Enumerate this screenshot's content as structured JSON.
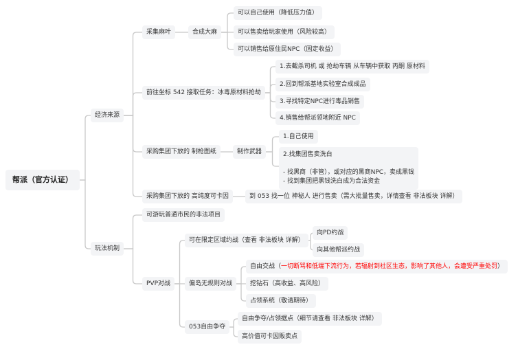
{
  "root": "帮派（官方认证）",
  "economy": {
    "label": "经济来源",
    "weed": {
      "label": "采集麻叶",
      "craft": "合成大麻",
      "uses": [
        "可以自己使用（降低压力值）",
        "可以售卖给玩家使用（风险较高）",
        "可以销售给原住民NPC（固定收益）"
      ]
    },
    "meth": {
      "label": "前往坐标 542 接取任务：冰毒原材料抢劫",
      "steps": [
        "1.去截杀司机 或 抢劫车辆 从车辆中获取 丙酮 原材料",
        "2.回到帮派基地实验室合成成品",
        "3.寻找特定NPC进行毒品销售",
        "4.销售给帮派领地附近 NPC"
      ]
    },
    "guns": {
      "label": "采购集团下放的 制枪图纸",
      "craft": "制作武器",
      "uses": [
        "1.自己使用",
        "2.找集团售卖洗白\n\n- 找黑商（非管），或对应的黑商NPC，卖成黑钱\n- 找到集团把黑钱洗白成为合法资金"
      ]
    },
    "cocaine": {
      "label": "采购集团下放的 高纯度可卡因",
      "detail": "到 053 找一位 神秘人 进行售卖（需大批量售卖，详情查看 非法板块 详解）"
    }
  },
  "gameplay": {
    "label": "玩法机制",
    "civilian": "可游玩普通市民的非法项目",
    "pvp": {
      "label": "PVP对战",
      "zone": {
        "label": "可在限定区域约战（查看 非法板块 详解）",
        "items": [
          "向PD约战",
          "向其他帮派约战"
        ]
      },
      "island": {
        "label": "偏岛无规则对战",
        "free_fight": "自由交战（",
        "free_fight_warning": "一切断骂和低端下流行为，若辐射到社区生态，影响了其他人，会遭受严重处罚",
        "free_fight_end": "）",
        "items": [
          "挖钻石（高收益、高风险）",
          "占领系统（敬请期待）"
        ]
      },
      "contest": {
        "label": "053自由争夺",
        "items": [
          "自由争夺/占领据点（细节请查看 非法板块 详解）",
          "高价值可卡因贩卖点"
        ]
      }
    }
  }
}
